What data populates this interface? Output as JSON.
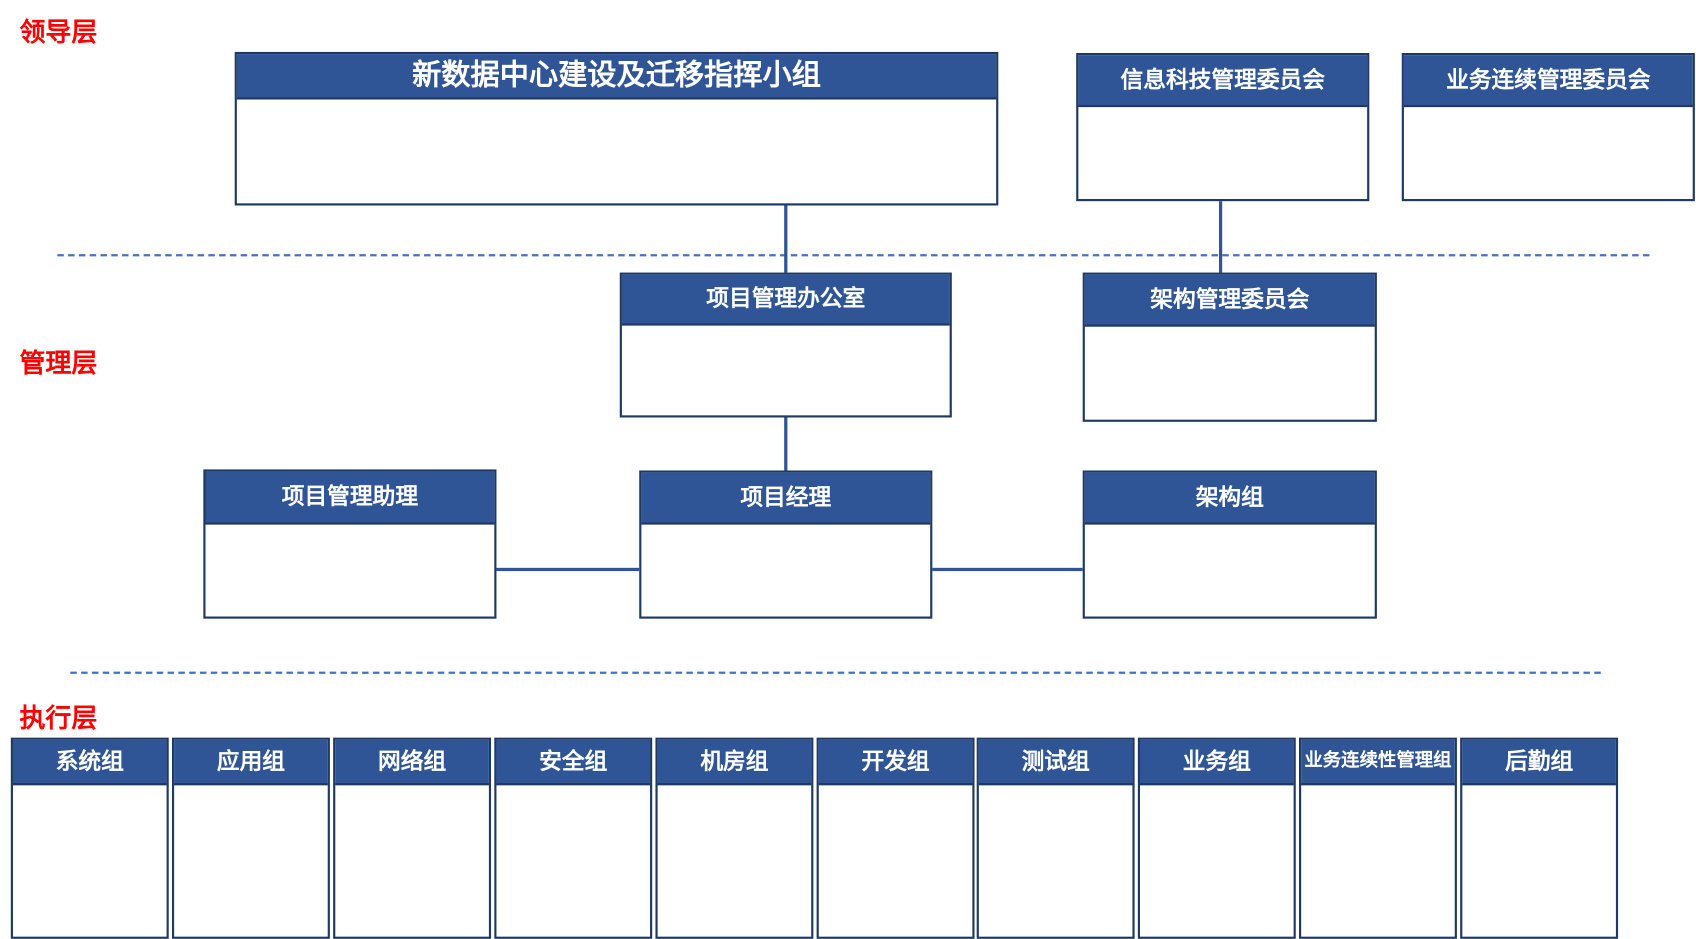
{
  "layers": {
    "leadership": "领导层",
    "management": "管理层",
    "execution": "执行层"
  },
  "leadership": {
    "main": "新数据中心建设及迁移指挥小组",
    "it_committee": "信息科技管理委员会",
    "bc_committee": "业务连续管理委员会"
  },
  "management": {
    "pmo": "项目管理办公室",
    "arch_committee": "架构管理委员会",
    "pm_assistant": "项目管理助理",
    "pm": "项目经理",
    "arch_group": "架构组"
  },
  "execution": {
    "groups": [
      "系统组",
      "应用组",
      "网络组",
      "安全组",
      "机房组",
      "开发组",
      "测试组",
      "业务组",
      "业务连续性管理组",
      "后勤组"
    ]
  },
  "colors": {
    "header": "#2F5597",
    "border": "#1F3864",
    "layer_label": "#FF0000",
    "divider": "#4472C4"
  }
}
